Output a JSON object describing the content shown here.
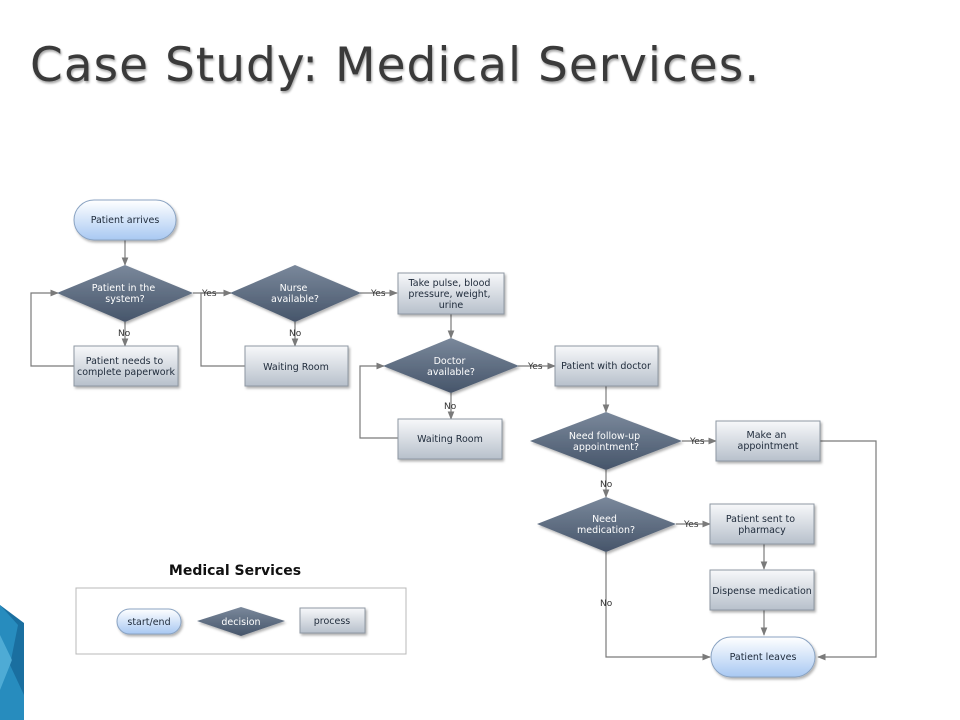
{
  "title": "Case Study: Medical Services.",
  "nodes": {
    "patient_arrives": "Patient arrives",
    "in_system": [
      "Patient in the",
      "system?"
    ],
    "paperwork": [
      "Patient needs to",
      "complete paperwork"
    ],
    "nurse_available": [
      "Nurse",
      "available?"
    ],
    "waiting_room_1": "Waiting Room",
    "vitals": [
      "Take pulse, blood",
      "pressure, weight,",
      "urine"
    ],
    "doctor_available": [
      "Doctor",
      "available?"
    ],
    "waiting_room_2": "Waiting Room",
    "with_doctor": "Patient with doctor",
    "follow_up": [
      "Need follow-up",
      "appointment?"
    ],
    "make_appointment": [
      "Make an",
      "appointment"
    ],
    "need_medication": [
      "Need",
      "medication?"
    ],
    "sent_pharmacy": [
      "Patient sent to",
      "pharmacy"
    ],
    "dispense": "Dispense medication",
    "patient_leaves": "Patient leaves"
  },
  "edge_labels": {
    "yes": "Yes",
    "no": "No"
  },
  "legend": {
    "title": "Medical Services",
    "start_end": "start/end",
    "decision": "decision",
    "process": "process"
  },
  "colors": {
    "arrow": "#7a7a7a",
    "decision": "#56657a",
    "terminal": "#b9d3f5",
    "process": "#d4dae1",
    "accent": "#1a6fa0"
  }
}
